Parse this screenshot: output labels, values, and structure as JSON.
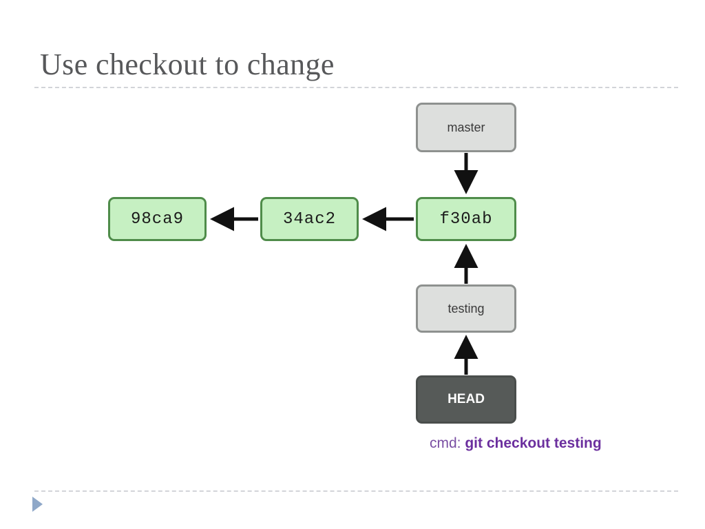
{
  "slide": {
    "title": "Use checkout to change"
  },
  "diagram": {
    "commits": [
      {
        "id": "node-98ca9",
        "label": "98ca9"
      },
      {
        "id": "node-34ac2",
        "label": "34ac2"
      },
      {
        "id": "node-f30ab",
        "label": "f30ab"
      }
    ],
    "refs": [
      {
        "id": "node-master",
        "label": "master"
      },
      {
        "id": "node-testing",
        "label": "testing"
      },
      {
        "id": "node-head",
        "label": "HEAD"
      }
    ],
    "colors": {
      "commit_fill": "#c6f0c2",
      "commit_border": "#4f8c4a",
      "branch_fill": "#dddfdd",
      "branch_border": "#8e918f",
      "head_fill": "#565a58",
      "head_text": "#ffffff",
      "arrow": "#111111"
    },
    "edges": [
      {
        "name": "edge-34ac2-to-98ca9",
        "from": "34ac2",
        "to": "98ca9",
        "direction": "left"
      },
      {
        "name": "edge-f30ab-to-34ac2",
        "from": "f30ab",
        "to": "34ac2",
        "direction": "left"
      },
      {
        "name": "edge-master-to-f30ab",
        "from": "master",
        "to": "f30ab",
        "direction": "down"
      },
      {
        "name": "edge-testing-to-f30ab",
        "from": "testing",
        "to": "f30ab",
        "direction": "up"
      },
      {
        "name": "edge-head-to-testing",
        "from": "HEAD",
        "to": "testing",
        "direction": "up"
      }
    ]
  },
  "caption": {
    "prefix": "cmd:",
    "command": "git checkout testing",
    "color": "#7a4fa3",
    "command_color": "#6b2f9e"
  }
}
